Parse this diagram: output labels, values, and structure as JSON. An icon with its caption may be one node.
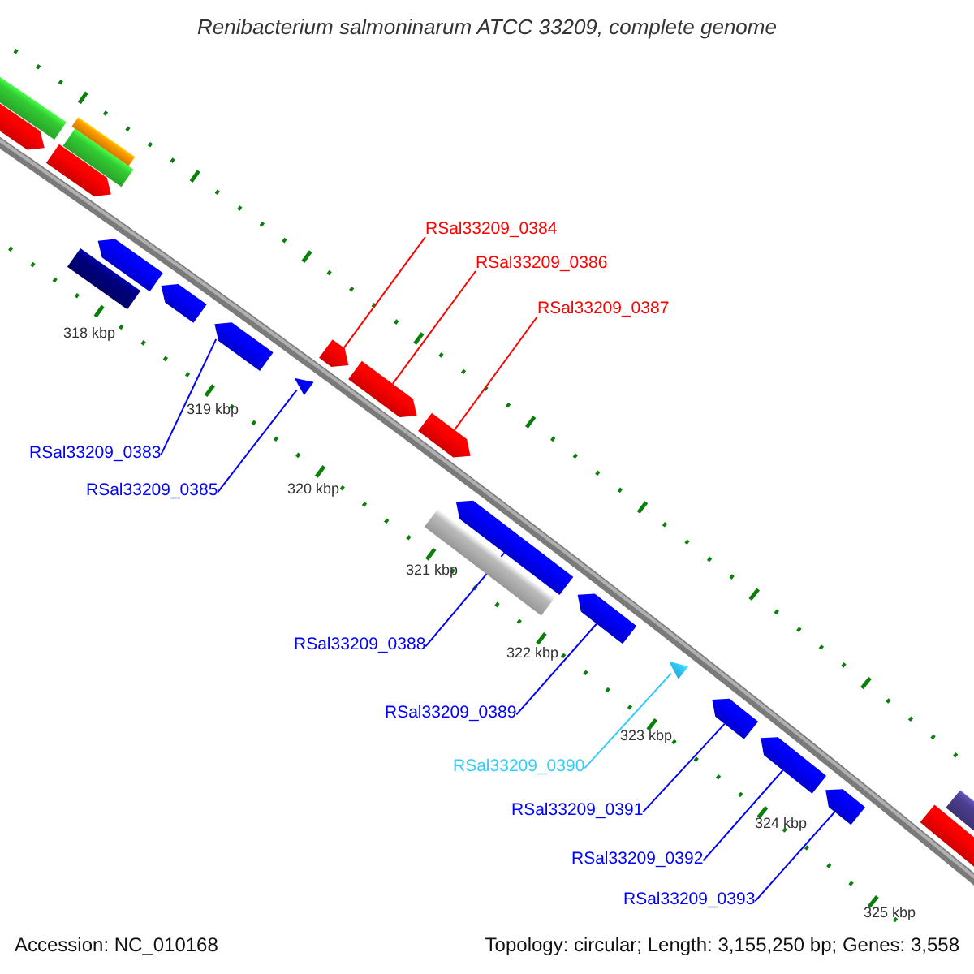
{
  "diagram": {
    "title": "Renibacterium salmoninarum ATCC 33209, complete genome",
    "nodes": [
      {
        "text": [
          "RSal33209_0384"
        ]
      },
      {
        "text": [
          "RSal33209_0386"
        ]
      },
      {
        "text": [
          "RSal33209_0387"
        ]
      },
      {
        "text": [
          "RSal33209_0383"
        ]
      },
      {
        "text": [
          "RSal33209_0385"
        ]
      },
      {
        "text": [
          "RSal33209_0388"
        ]
      },
      {
        "text": [
          "RSal33209_0389"
        ]
      },
      {
        "text": [
          "RSal33209_0390"
        ]
      },
      {
        "text": [
          "RSal33209_0391"
        ]
      },
      {
        "text": [
          "RSal33209_0392"
        ]
      },
      {
        "text": [
          "RSal33209_0393"
        ]
      },
      {
        "text": [],
        "shape": "bar"
      },
      {
        "text": [],
        "shape": "arrow"
      },
      {
        "text": [],
        "shape": "arrow"
      },
      {
        "text": [],
        "shape": "bar"
      },
      {
        "text": [],
        "shape": "bar"
      },
      {
        "text": [],
        "shape": "bar"
      },
      {
        "text": [],
        "shape": "arrow"
      },
      {
        "text": [],
        "shape": "arrow"
      },
      {
        "text": [],
        "shape": "arrow"
      },
      {
        "text": [],
        "shape": "triangle"
      },
      {
        "text": [],
        "shape": "arrow"
      },
      {
        "text": [],
        "shape": "arrow"
      },
      {
        "text": [],
        "shape": "arrow"
      },
      {
        "text": [],
        "shape": "bar"
      },
      {
        "text": [],
        "shape": "arrow"
      },
      {
        "text": [],
        "shape": "arrow"
      },
      {
        "text": [],
        "shape": "triangle"
      },
      {
        "text": [],
        "shape": "arrow"
      },
      {
        "text": [],
        "shape": "arrow"
      },
      {
        "text": [],
        "shape": "arrow"
      },
      {
        "text": [],
        "shape": "arrow"
      },
      {
        "text": [],
        "shape": "arrow"
      }
    ],
    "edges": [
      {
        "from": 0,
        "to": 21,
        "arrow": "none",
        "color": "#ff0000"
      },
      {
        "from": 1,
        "to": 22,
        "arrow": "none",
        "color": "#ff0000"
      },
      {
        "from": 2,
        "to": 23,
        "arrow": "none",
        "color": "#ff0000"
      },
      {
        "from": 3,
        "to": 19,
        "arrow": "none"
      },
      {
        "from": 4,
        "to": 20,
        "arrow": "none"
      },
      {
        "from": 5,
        "to": 25,
        "arrow": "none"
      },
      {
        "from": 6,
        "to": 26,
        "arrow": "none"
      },
      {
        "from": 7,
        "to": 27,
        "arrow": "none",
        "color": "#33ccff"
      },
      {
        "from": 8,
        "to": 28,
        "arrow": "none"
      },
      {
        "from": 9,
        "to": 29,
        "arrow": "none"
      },
      {
        "from": 10,
        "to": 30,
        "arrow": "none"
      }
    ],
    "labels": [
      "318 kbp",
      "319 kbp",
      "320 kbp",
      "321 kbp",
      "322 kbp",
      "323 kbp",
      "324 kbp",
      "325 kbp",
      "Accession: NC_010168",
      "Topology: circular; Length: 3,155,250 bp; Genes: 3,558"
    ]
  }
}
